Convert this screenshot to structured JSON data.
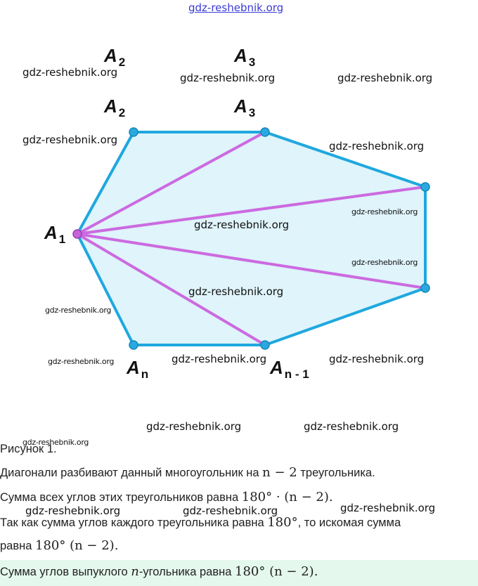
{
  "watermarks": {
    "top": "gdz-reshebnik.org",
    "text": "gdz-reshebnik.org"
  },
  "figure": {
    "labels": {
      "a1": "A",
      "a1_sub": "1",
      "a2": "A",
      "a2_sub": "2",
      "a3": "A",
      "a3_sub": "3",
      "an": "A",
      "an_sub": "n",
      "an1": "A",
      "an1_sub": "n - 1"
    },
    "colors": {
      "edge": "#1fa8de",
      "diagonal": "#cc6ae0",
      "fill": "#dff4fb",
      "vertex": "#2aa9e0",
      "vertex_a1": "#c565dc"
    }
  },
  "text": {
    "caption": "Рисунок 1.",
    "p1_a": "Диагонали разбивают данный многоугольник на ",
    "p1_m": "n − 2",
    "p1_b": " треугольника.",
    "p2_a": "Сумма всех углов этих треугольников равна ",
    "p2_m": "180° · (n − 2).",
    "p3_a": "Так как сумма углов каждого треугольника равна ",
    "p3_m": "180°",
    "p3_b": ", то искомая сумма",
    "p4_a": "равна ",
    "p4_m": "180° (n − 2).",
    "conclusion_a": "Сумма углов выпуклого ",
    "conclusion_m1": "n",
    "conclusion_b": "-угольника равна ",
    "conclusion_m2": "180° (n − 2)."
  }
}
